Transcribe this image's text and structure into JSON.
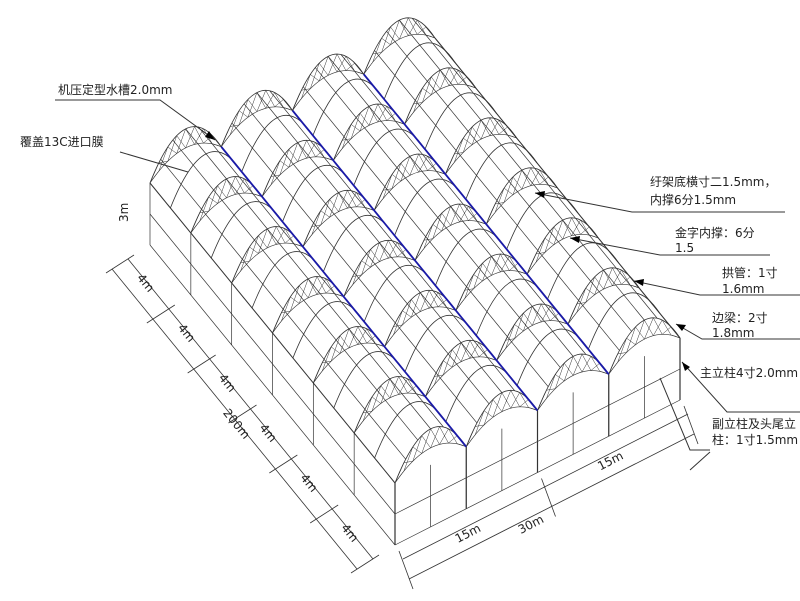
{
  "title": "Multi-span greenhouse structure diagram",
  "colors": {
    "structure": "#333333",
    "gutter": "#1a1aa8",
    "text": "#222222"
  },
  "callouts": {
    "gutter": "机压定型水槽2.0mm",
    "film": "覆盖13C进口膜",
    "truss_line1": "纡架底横寸二1.5mm，",
    "truss_line2": "内撑6分1.5mm",
    "brace_line1": "金字内撑：6分",
    "brace_line2": "1.5",
    "arch_line1": "拱管：1寸",
    "arch_line2": "1.6mm",
    "edge_line1": "边梁：2寸",
    "edge_line2": "1.8mm",
    "main_column": "主立柱4寸2.0mm",
    "sub_line1": "副立柱及头尾立",
    "sub_line2": "柱：1寸1.5mm"
  },
  "dimensions": {
    "height": "3m",
    "bay": "4m",
    "bay_count": 6,
    "length": "200m",
    "span_left": "15m",
    "span_right": "15m",
    "width": "30m"
  },
  "structure": {
    "spans": 4,
    "bays": 6
  }
}
